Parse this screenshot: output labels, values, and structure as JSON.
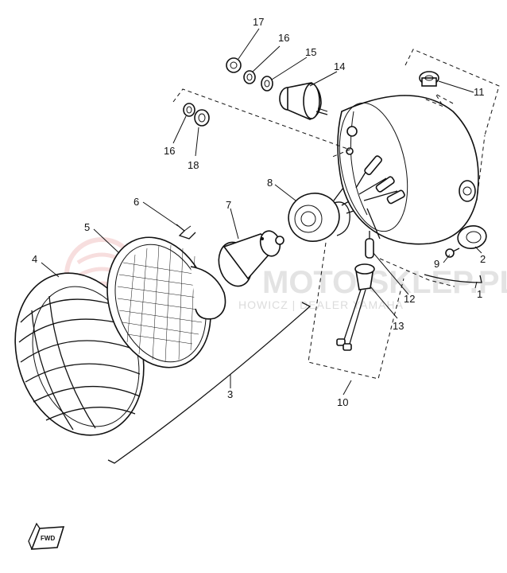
{
  "watermark": {
    "brand": "MOTO-SKLEP.PL",
    "subtitle": "HOWICZ | DEALER YAMAHA"
  },
  "callouts": [
    {
      "id": "1",
      "label": "1"
    },
    {
      "id": "2",
      "label": "2"
    },
    {
      "id": "3",
      "label": "3"
    },
    {
      "id": "4",
      "label": "4"
    },
    {
      "id": "5",
      "label": "5"
    },
    {
      "id": "6",
      "label": "6"
    },
    {
      "id": "7",
      "label": "7"
    },
    {
      "id": "8",
      "label": "8"
    },
    {
      "id": "9",
      "label": "9"
    },
    {
      "id": "10",
      "label": "10"
    },
    {
      "id": "11",
      "label": "11"
    },
    {
      "id": "12",
      "label": "12"
    },
    {
      "id": "13",
      "label": "13"
    },
    {
      "id": "14",
      "label": "14"
    },
    {
      "id": "15",
      "label": "15"
    },
    {
      "id": "16a",
      "label": "16"
    },
    {
      "id": "16b",
      "label": "16"
    },
    {
      "id": "17",
      "label": "17"
    },
    {
      "id": "18",
      "label": "18"
    }
  ],
  "fwd_marker": {
    "label": "FWD"
  },
  "colors": {
    "ink": "#111111",
    "watermark": "#e3e3e3",
    "watermark_logo": "#f2c4c4"
  }
}
